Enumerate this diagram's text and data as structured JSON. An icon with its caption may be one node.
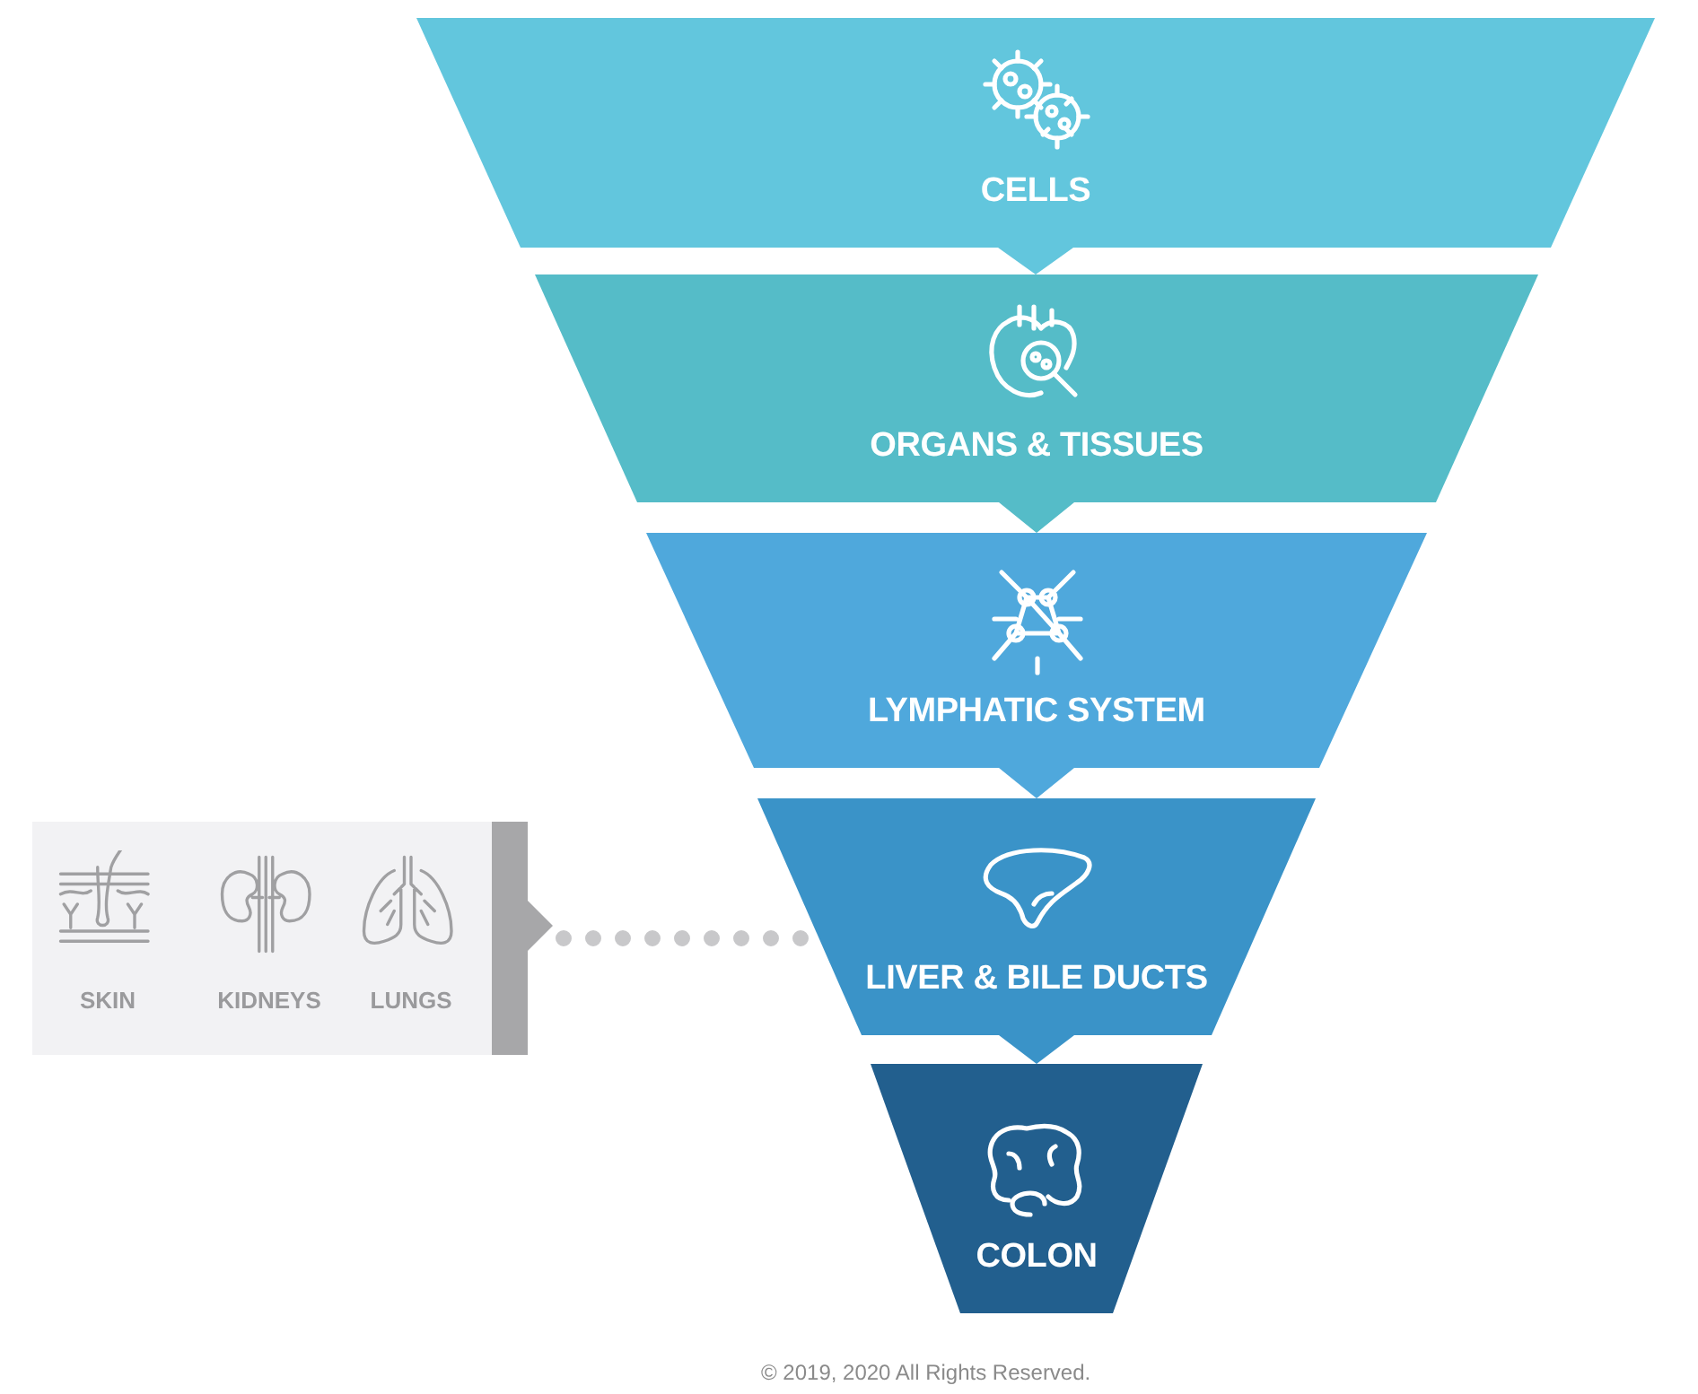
{
  "diagram": {
    "nodes": [
      {
        "text": [
          "CELLS"
        ]
      },
      {
        "text": [
          "ORGANS & TISSUES"
        ]
      },
      {
        "text": [
          "LYMPHATIC SYSTEM"
        ]
      },
      {
        "text": [
          "LIVER & BILE DUCTS"
        ]
      },
      {
        "text": [
          "COLON"
        ]
      },
      {
        "text": [],
        "shape": "box"
      },
      {
        "text": [
          "SKIN"
        ],
        "in": 5
      },
      {
        "text": [
          "KIDNEYS"
        ],
        "in": 5
      },
      {
        "text": [
          "LUNGS"
        ],
        "in": 5
      }
    ],
    "edges": [
      {
        "from": 0,
        "to": 1,
        "arrow": "to",
        "color": "#62c6dd"
      },
      {
        "from": 1,
        "to": 2,
        "arrow": "to",
        "color": "#55bcc8"
      },
      {
        "from": 2,
        "to": 3,
        "arrow": "to",
        "color": "#4fa8dc"
      },
      {
        "from": 3,
        "to": 4,
        "arrow": "to",
        "color": "#3a93c8"
      },
      {
        "from": 5,
        "to": 3,
        "arrow": "none",
        "style": "dashed",
        "color": "#c8c8ca"
      }
    ],
    "labels": [
      "© 2019, 2020 All Rights Reserved."
    ]
  }
}
